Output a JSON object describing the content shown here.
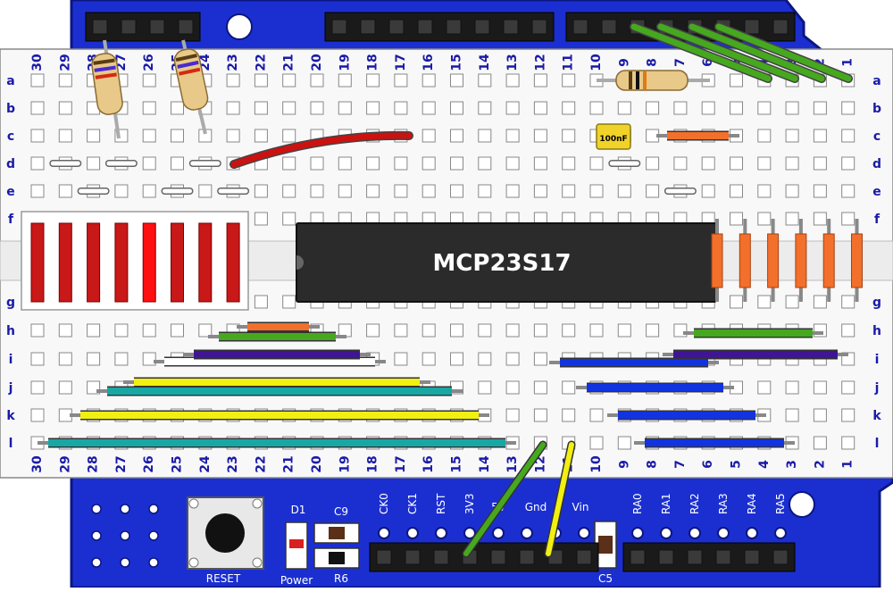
{
  "board": {
    "chip_label": "MCP23S17",
    "rows_top": [
      "a",
      "b",
      "c",
      "d",
      "e",
      "f"
    ],
    "rows_bottom": [
      "g",
      "h",
      "i",
      "j",
      "k",
      "l"
    ],
    "column_numbers": [
      "30",
      "29",
      "28",
      "27",
      "26",
      "25",
      "24",
      "23",
      "22",
      "21",
      "20",
      "19",
      "18",
      "17",
      "16",
      "15",
      "14",
      "13",
      "12",
      "11",
      "10",
      "9",
      "8",
      "7",
      "6",
      "5",
      "4",
      "3",
      "2",
      "1"
    ],
    "capacitor_label": "100nF",
    "led_bar_segments": 8,
    "led_bar_lit_index": 4
  },
  "pcb": {
    "reset_label": "RESET",
    "power_label": "Power",
    "d1_label": "D1",
    "c9_label": "C9",
    "r6_label": "R6",
    "c5_label": "C5",
    "pin_labels": [
      "CK0",
      "CK1",
      "RST",
      "3V3",
      "5V",
      "Gnd",
      "Vin",
      "RA0",
      "RA1",
      "RA2",
      "RA3",
      "RA4",
      "RA5"
    ]
  },
  "colors": {
    "pcb_blue": "#1b2fd1",
    "wire_red": "#cc1111",
    "wire_green": "#46a81e",
    "wire_yellow": "#f2ef12",
    "wire_teal": "#17a8a5",
    "wire_blue": "#1233e0",
    "wire_purple": "#3f1596",
    "wire_orange": "#f2702c"
  }
}
